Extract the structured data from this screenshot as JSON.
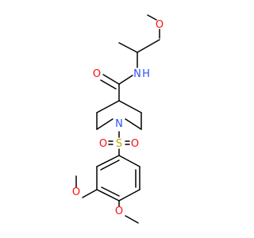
{
  "molecule": {
    "atoms": {
      "o_ether_top": {
        "symbol": "O",
        "color": "#ff0d0d"
      },
      "n_amide": {
        "symbol": "N",
        "h_symbol": "H",
        "color": "#3050f8"
      },
      "o_carbonyl": {
        "symbol": "O",
        "color": "#ff0d0d"
      },
      "n_piperidine": {
        "symbol": "N",
        "color": "#3050f8"
      },
      "s_sulfonyl": {
        "symbol": "S",
        "color": "#b8a800"
      },
      "o_sulfonyl_left": {
        "symbol": "O",
        "color": "#ff0d0d"
      },
      "o_sulfonyl_right": {
        "symbol": "O",
        "color": "#ff0d0d"
      },
      "o_methoxy_3": {
        "symbol": "O",
        "color": "#ff0d0d"
      },
      "o_methoxy_4": {
        "symbol": "O",
        "color": "#ff0d0d"
      }
    }
  }
}
